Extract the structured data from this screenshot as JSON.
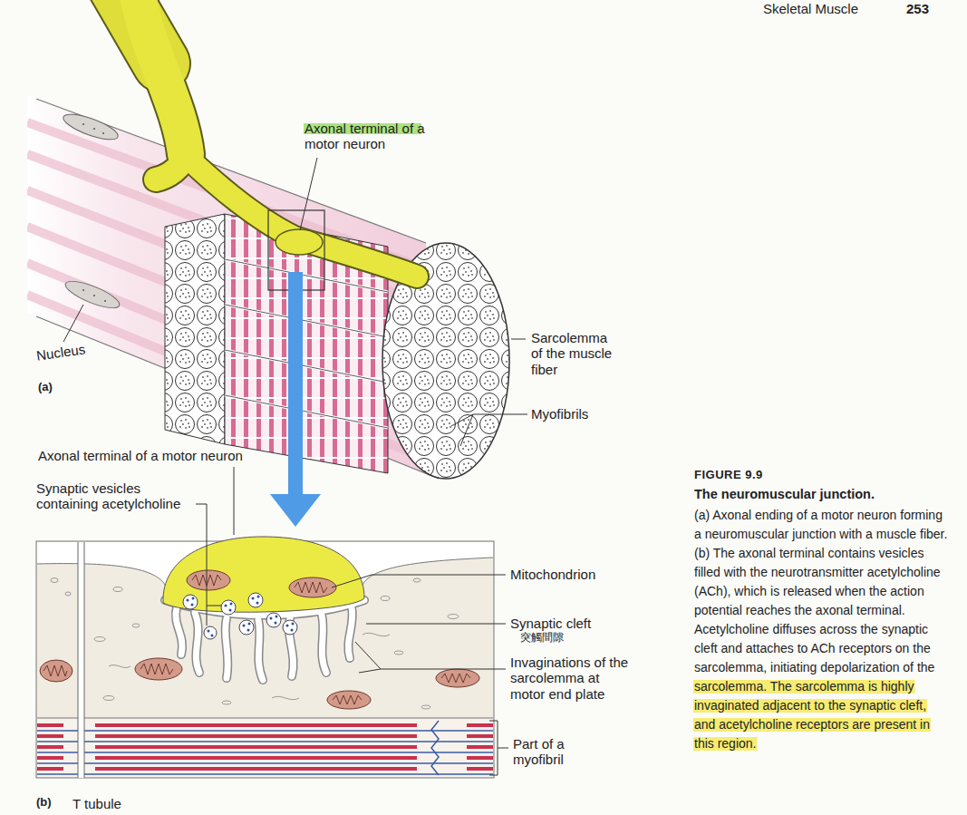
{
  "diagram": {
    "title": "The neuromuscular junction.",
    "caption": "(a) Axonal ending of a motor neuron forming a neuromuscular junction with a muscle fiber. (b) The axonal terminal contains vesicles filled with the neurotransmitter acetylcholine (ACh), which is released when the action potential reaches the axonal terminal. Acetylcholine diffuses across the synaptic cleft and attaches to ACh receptors on the sarcolemma, initiating depolarization of the sarcolemma. The sarcolemma is highly invaginated adjacent to the synaptic cleft, and acetylcholine receptors are present in this region.",
    "labels": [
      "Skeletal Muscle",
      "253",
      "Axonal terminal of a motor neuron",
      "Nucleus",
      "(a)",
      "Sarcolemma of the muscle fiber",
      "Myofibrils",
      "Axonal terminal of a motor neuron",
      "Synaptic vesicles containing acetylcholine",
      "Mitochondrion",
      "Synaptic cleft",
      "突觸間隙",
      "Invaginations of the sarcolemma at motor end plate",
      "Part of a myofibril",
      "(b)",
      "T tubule",
      "FIGURE 9.9"
    ]
  }
}
